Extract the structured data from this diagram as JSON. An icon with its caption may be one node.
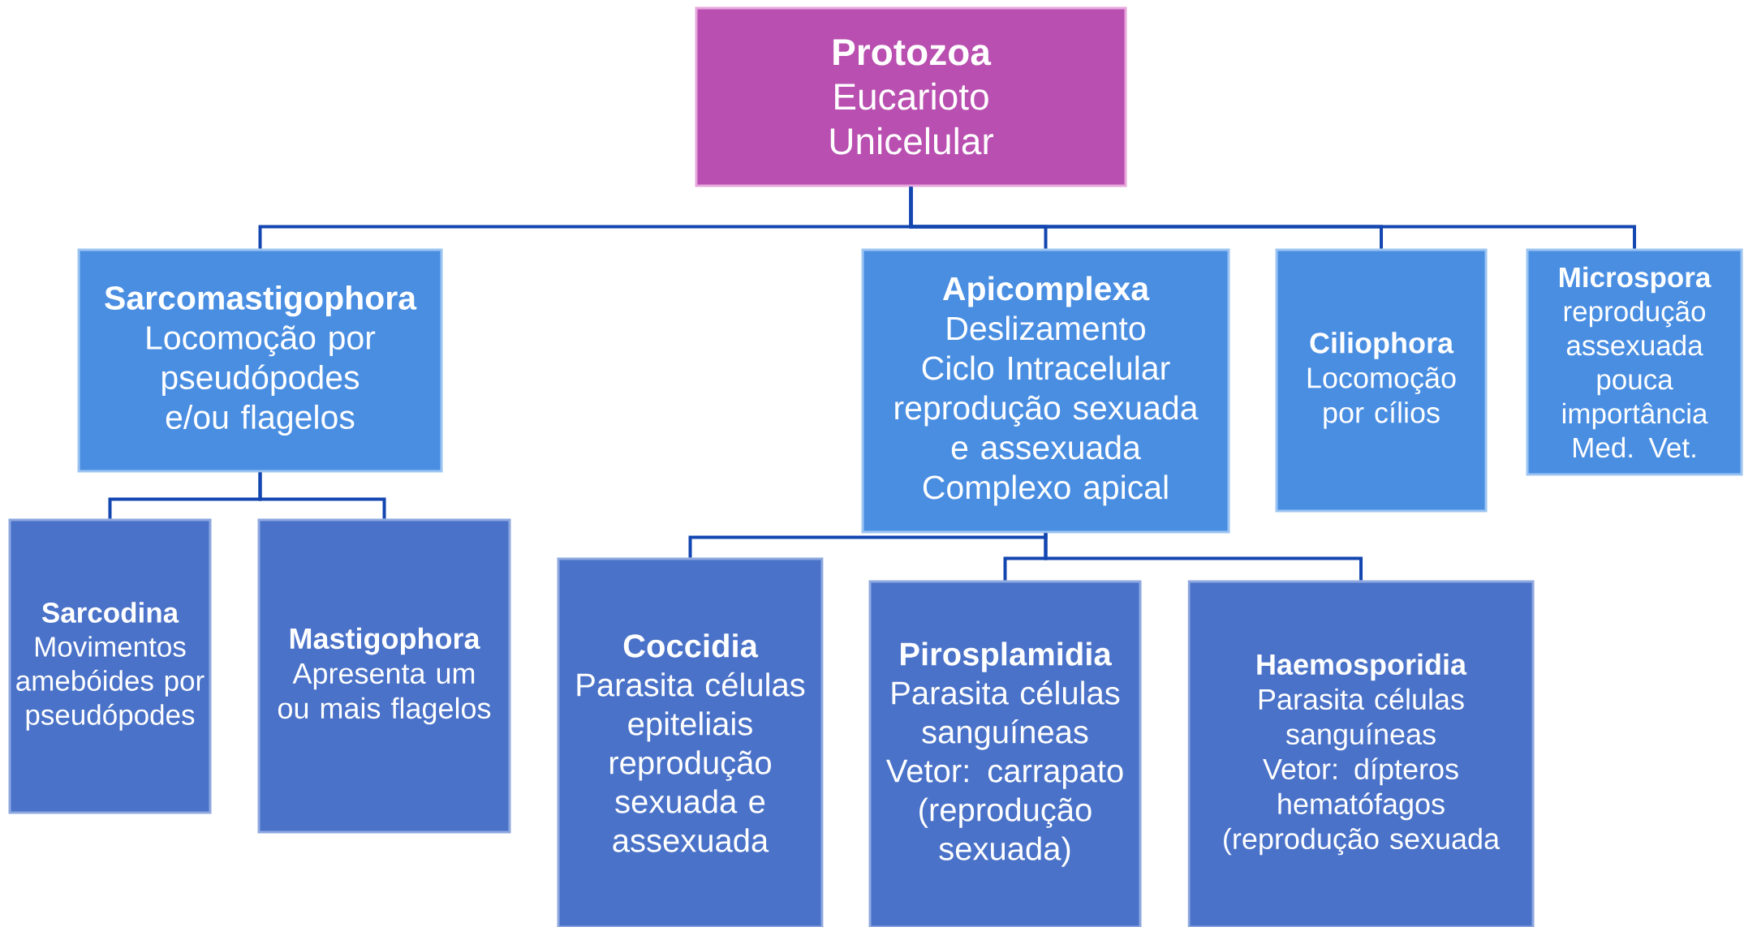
{
  "diagram": {
    "nodes": [
      {
        "text": [
          "Protozoa",
          "Eucarioto",
          "Unicelular"
        ]
      },
      {
        "text": [
          "Sarcomastigophora",
          "Locomoção por pseudópodes e/ou flagelos"
        ]
      },
      {
        "text": [
          "Apicomplexa",
          "Deslizamento",
          "Ciclo Intracelular",
          "reprodução sexuada e assexuada",
          "Complexo apical"
        ]
      },
      {
        "text": [
          "Ciliophora",
          "Locomoção por cílios"
        ]
      },
      {
        "text": [
          "Microspora",
          "reprodução assexuada",
          "pouca importância Med. Vet."
        ]
      },
      {
        "text": [
          "Sarcodina",
          "Movimentos amebóides por pseudópodes"
        ]
      },
      {
        "text": [
          "Mastigophora",
          "Apresenta um ou mais flagelos"
        ]
      },
      {
        "text": [
          "Coccidia",
          "Parasita células epiteliais",
          "reprodução sexuada e assexuada"
        ]
      },
      {
        "text": [
          "Pirosplamidia",
          "Parasita células sanguíneas",
          "Vetor: carrapato",
          "(reprodução sexuada)"
        ]
      },
      {
        "text": [
          "Haemosporidia",
          "Parasita células sanguíneas",
          "Vetor: dípteros hematófagos",
          "(reprodução sexuada"
        ]
      }
    ],
    "edges": [
      {
        "from": 0,
        "to": 1,
        "arrow": "none"
      },
      {
        "from": 0,
        "to": 2,
        "arrow": "none"
      },
      {
        "from": 0,
        "to": 3,
        "arrow": "none"
      },
      {
        "from": 0,
        "to": 4,
        "arrow": "none"
      },
      {
        "from": 1,
        "to": 5,
        "arrow": "none"
      },
      {
        "from": 1,
        "to": 6,
        "arrow": "none"
      },
      {
        "from": 2,
        "to": 7,
        "arrow": "none"
      },
      {
        "from": 2,
        "to": 8,
        "arrow": "none"
      },
      {
        "from": 2,
        "to": 9,
        "arrow": "none"
      }
    ]
  }
}
